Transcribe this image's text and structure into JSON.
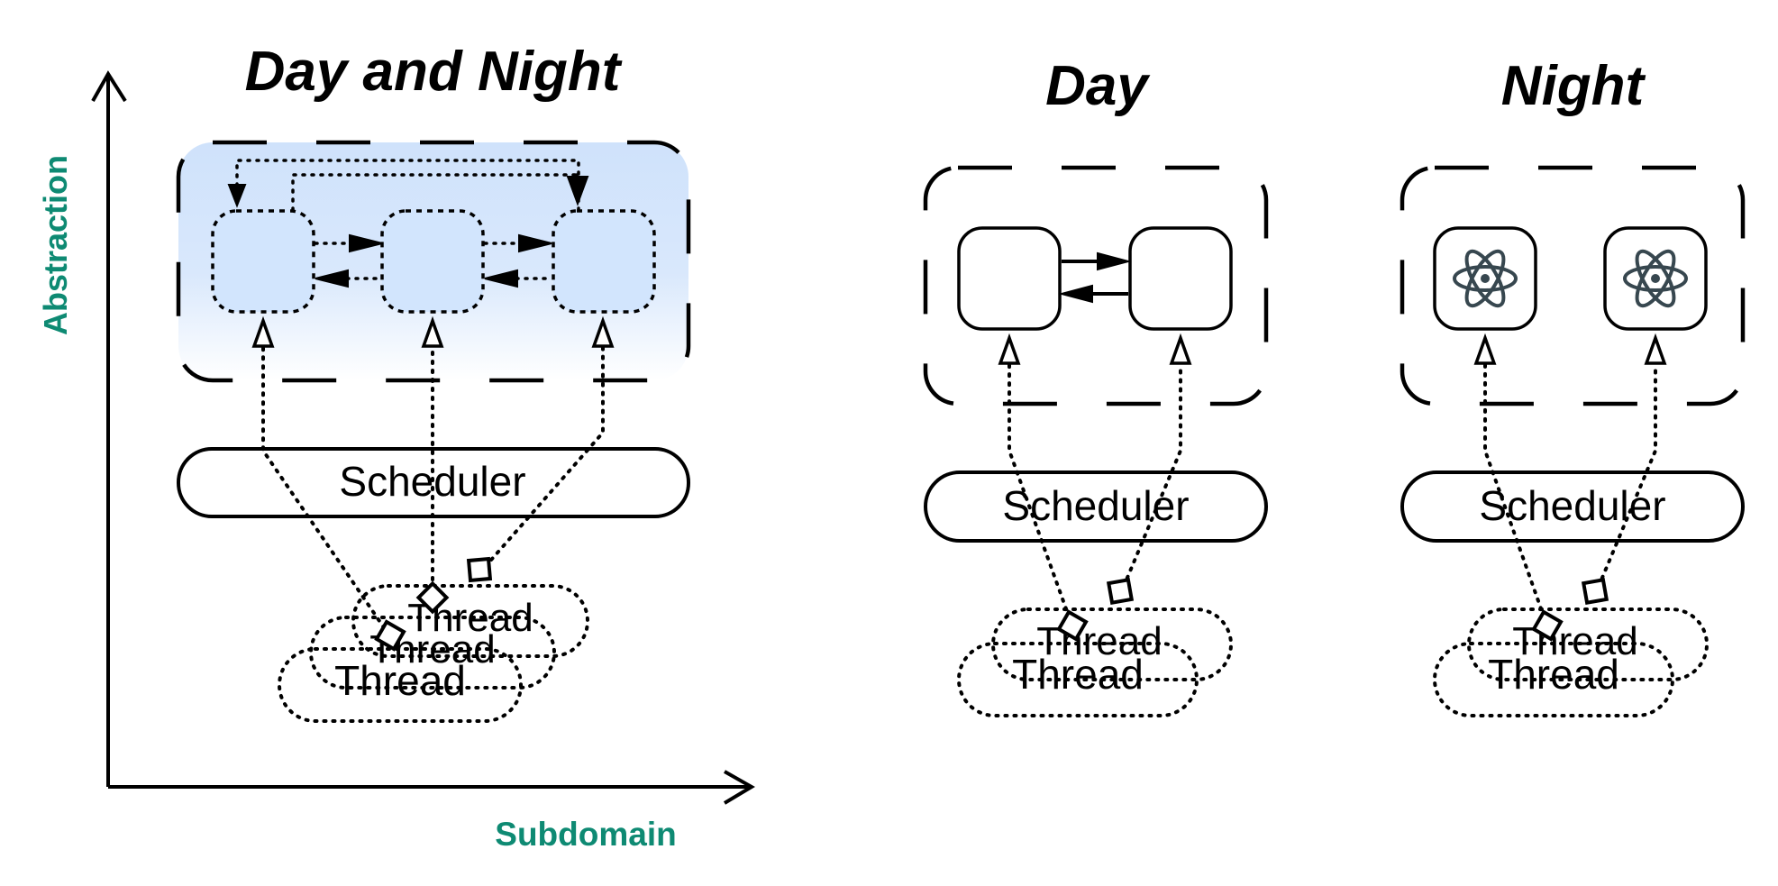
{
  "panels": {
    "combined": {
      "title": "Day and Night"
    },
    "day": {
      "title": "Day"
    },
    "night": {
      "title": "Night"
    }
  },
  "axes": {
    "y_label": "Abstraction",
    "x_label": "Subdomain"
  },
  "labels": {
    "scheduler": "Scheduler",
    "thread": "Thread"
  },
  "colors": {
    "axis_label": "#0e8a73",
    "node_fill": "#d2e5fd",
    "icon": "#37474f"
  },
  "icons": {
    "night_node": "atom-icon"
  }
}
